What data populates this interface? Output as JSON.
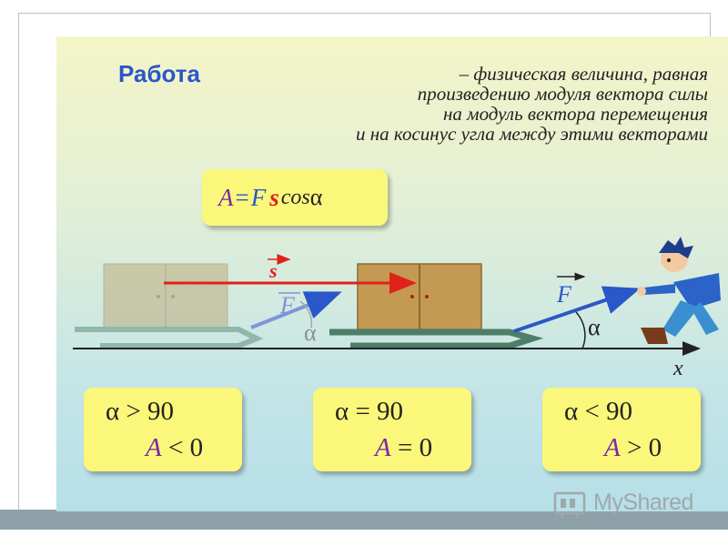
{
  "slide": {
    "term": "Работа",
    "definition_lines": [
      "– физическая величина, равная",
      "произведению модуля вектора силы",
      "на модуль вектора перемещения",
      "и на косинус угла между этими векторами"
    ],
    "formula": {
      "a": "A",
      "eq": "=",
      "f": "F",
      "s": "s",
      "cos": "cos",
      "alpha": "α"
    },
    "diagram": {
      "displacement_label": "s",
      "force_label_left": "F",
      "force_label_right": "F",
      "angle_label_left": "α",
      "angle_label_right": "α",
      "axis_label": "x"
    },
    "cases": [
      {
        "condition": "α > 90",
        "result_symbol": "A",
        "result_rest": " < 0"
      },
      {
        "condition": "α = 90",
        "result_symbol": "A",
        "result_rest": " = 0"
      },
      {
        "condition": "α < 90",
        "result_symbol": "A",
        "result_rest": " > 0"
      }
    ]
  },
  "watermark": {
    "text": "MyShared"
  },
  "colors": {
    "term": "#2a57c9",
    "displacement": "#e0221b",
    "force": "#2a57c9",
    "work_symbol": "#7a2aa8",
    "box_fill": "#fbf77a"
  }
}
